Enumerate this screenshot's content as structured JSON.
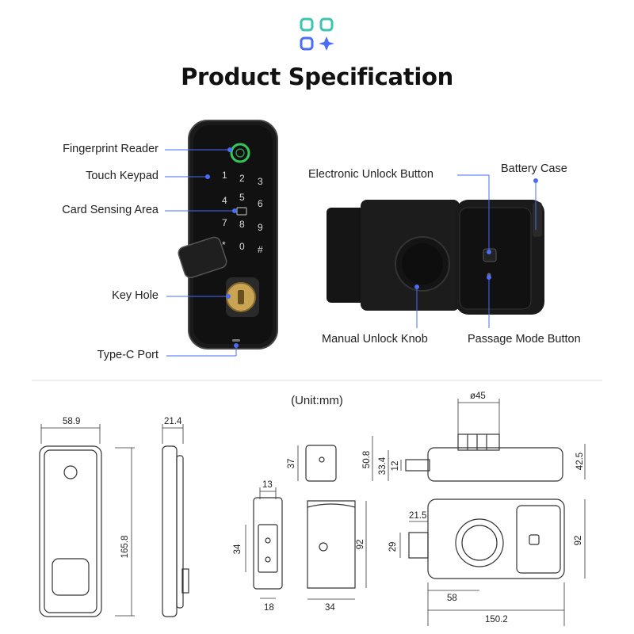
{
  "header": {
    "title": "Product Specification",
    "logo_icon": "grid-sparkle-icon",
    "accent_color": "#4a6cf7",
    "logo_teal": "#3ec3b0"
  },
  "callouts_left": {
    "fingerprint_reader": "Fingerprint Reader",
    "touch_keypad": "Touch Keypad",
    "card_sensing_area": "Card Sensing Area",
    "key_hole": "Key Hole",
    "type_c_port": "Type-C Port"
  },
  "callouts_right": {
    "electronic_unlock_button": "Electronic Unlock Button",
    "battery_case": "Battery Case",
    "manual_unlock_knob": "Manual Unlock Knob",
    "passage_mode_button": "Passage Mode Button"
  },
  "keypad": {
    "keys": [
      "1",
      "2",
      "3",
      "4",
      "5",
      "6",
      "7",
      "8",
      "9",
      "*",
      "0",
      "#"
    ]
  },
  "drawings": {
    "unit": "(Unit:mm)",
    "front_width": "58.9",
    "front_height": "165.8",
    "side_depth": "21.4",
    "strike_width": "13",
    "strike_height": "34",
    "strike_base": "18",
    "strike_top_height": "37",
    "body_side_height": "92",
    "body_side_depth": "34",
    "knob_diameter": "ø45",
    "top_height_total": "50.8",
    "top_height_a": "33.4",
    "top_height_b": "12",
    "top_height_right": "42.5",
    "bolt_extension": "21.5",
    "bolt_height": "29",
    "knob_offset": "58",
    "body_length": "150.2",
    "body_height": "92"
  }
}
